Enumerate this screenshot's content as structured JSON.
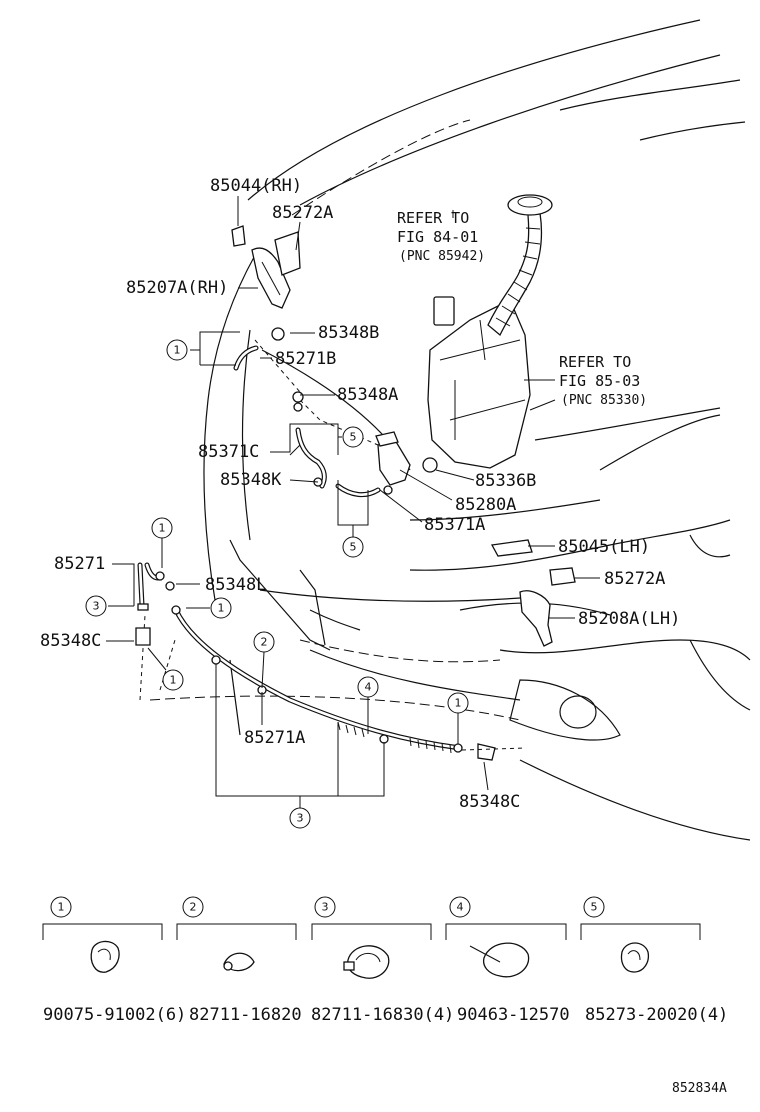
{
  "callouts": {
    "p85044": "85044(RH)",
    "p85272A_top": "85272A",
    "p85207A": "85207A(RH)",
    "p85348B": "85348B",
    "p85271B": "85271B",
    "p85348A": "85348A",
    "p85371C": "85371C",
    "p85348K": "85348K",
    "p85280A": "85280A",
    "p85336B": "85336B",
    "p85371A": "85371A",
    "p85045": "85045(LH)",
    "p85272A_bot": "85272A",
    "p85208A": "85208A(LH)",
    "p85271": "85271",
    "p85348L": "85348L",
    "p85348C_left": "85348C",
    "p85271A": "85271A",
    "p85348C_right": "85348C"
  },
  "refer1": {
    "line1": "REFER TO",
    "line2": "FIG 84-01",
    "line3": "(PNC 85942)"
  },
  "refer2": {
    "line1": "REFER TO",
    "line2": "FIG 85-03",
    "line3": "(PNC 85330)"
  },
  "circle_refs": {
    "c1a": "1",
    "c5a": "5",
    "c5b": "5",
    "c1b": "1",
    "c3a": "3",
    "c1c": "1",
    "c1d": "1",
    "c2": "2",
    "c4": "4",
    "c1e": "1",
    "c3b": "3"
  },
  "legend": [
    {
      "ref": "1",
      "part": "90075-91002(6)"
    },
    {
      "ref": "2",
      "part": "82711-16820"
    },
    {
      "ref": "3",
      "part": "82711-16830(4)"
    },
    {
      "ref": "4",
      "part": "90463-12570"
    },
    {
      "ref": "5",
      "part": "85273-20020(4)"
    }
  ],
  "diagram_code": "852834A"
}
